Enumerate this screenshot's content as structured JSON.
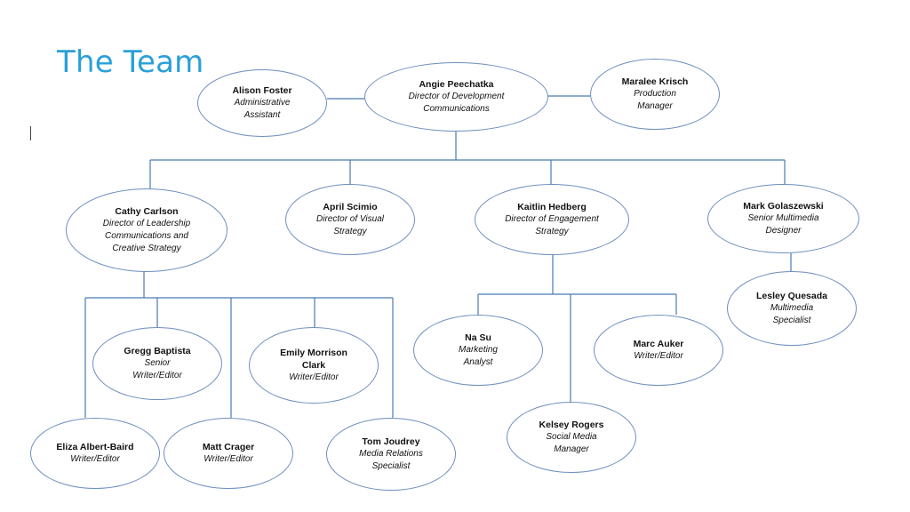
{
  "slide": {
    "title": "The Team"
  },
  "people": {
    "angie": {
      "name": "Angie Peechatka",
      "role": "Director of Development Communications"
    },
    "alison": {
      "name": "Alison Foster",
      "role": "Administrative Assistant"
    },
    "maralee": {
      "name": "Maralee Krisch",
      "role": "Production Manager"
    },
    "cathy": {
      "name": "Cathy Carlson",
      "role": "Director of Leadership Communications and Creative Strategy"
    },
    "april": {
      "name": "April Scimio",
      "role": "Director of Visual Strategy"
    },
    "kaitlin": {
      "name": "Kaitlin Hedberg",
      "role": "Director of Engagement Strategy"
    },
    "mark": {
      "name": "Mark Golaszewski",
      "role": "Senior Multimedia Designer"
    },
    "lesley": {
      "name": "Lesley Quesada",
      "role": "Multimedia Specialist"
    },
    "gregg": {
      "name": "Gregg Baptista",
      "role": "Senior Writer/Editor"
    },
    "emily": {
      "name": "Emily Morrison Clark",
      "role": "Writer/Editor"
    },
    "eliza": {
      "name": "Eliza Albert-Baird",
      "role": "Writer/Editor"
    },
    "matt": {
      "name": "Matt Crager",
      "role": "Writer/Editor"
    },
    "tom": {
      "name": "Tom Joudrey",
      "role": "Media Relations Specialist"
    },
    "nasu": {
      "name": "Na Su",
      "role": "Marketing Analyst"
    },
    "marc": {
      "name": "Marc Auker",
      "role": "Writer/Editor"
    },
    "kelsey": {
      "name": "Kelsey Rogers",
      "role": "Social Media Manager"
    }
  },
  "colors": {
    "title": "#2aa0d8",
    "lines": "#4a7ab0",
    "node_border": "#6c8ebf"
  }
}
